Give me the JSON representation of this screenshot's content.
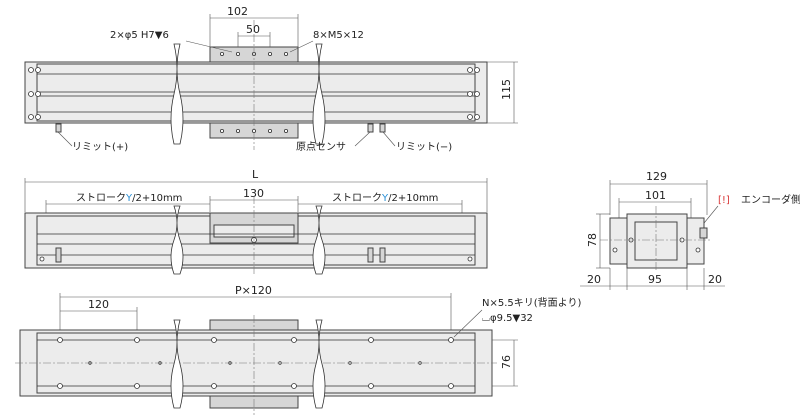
{
  "top_view": {
    "dim_102": "102",
    "dim_50": "50",
    "dim_115": "115",
    "note_pin_holes": "2×φ5 H7▼6",
    "note_taps": "8×M5×12",
    "label_limit_plus": "リミット(+)",
    "label_origin_sensor": "原点センサ",
    "label_limit_minus": "リミット(−)"
  },
  "front_view": {
    "dim_L": "L",
    "dim_130": "130",
    "stroke_left_pre": "ストローク",
    "stroke_left_y": "Y",
    "stroke_left_post": "/2+10mm",
    "stroke_right_pre": "ストローク",
    "stroke_right_y": "Y",
    "stroke_right_post": "/2+10mm"
  },
  "side_view": {
    "dim_129": "129",
    "dim_101": "101",
    "dim_78": "78",
    "dim_20_left": "20",
    "dim_95": "95",
    "dim_20_right": "20",
    "encoder_bracket": "[!]",
    "encoder_label": "エンコーダ側"
  },
  "bottom_view": {
    "dim_pitch": "P×120",
    "dim_120": "120",
    "dim_76": "76",
    "note_holes": "N×5.5キリ(背面より)",
    "note_counterbore": "⌴φ9.5▼32"
  },
  "colors": {
    "accent": "#2a8fd6",
    "encoder": "#d93a3a"
  }
}
